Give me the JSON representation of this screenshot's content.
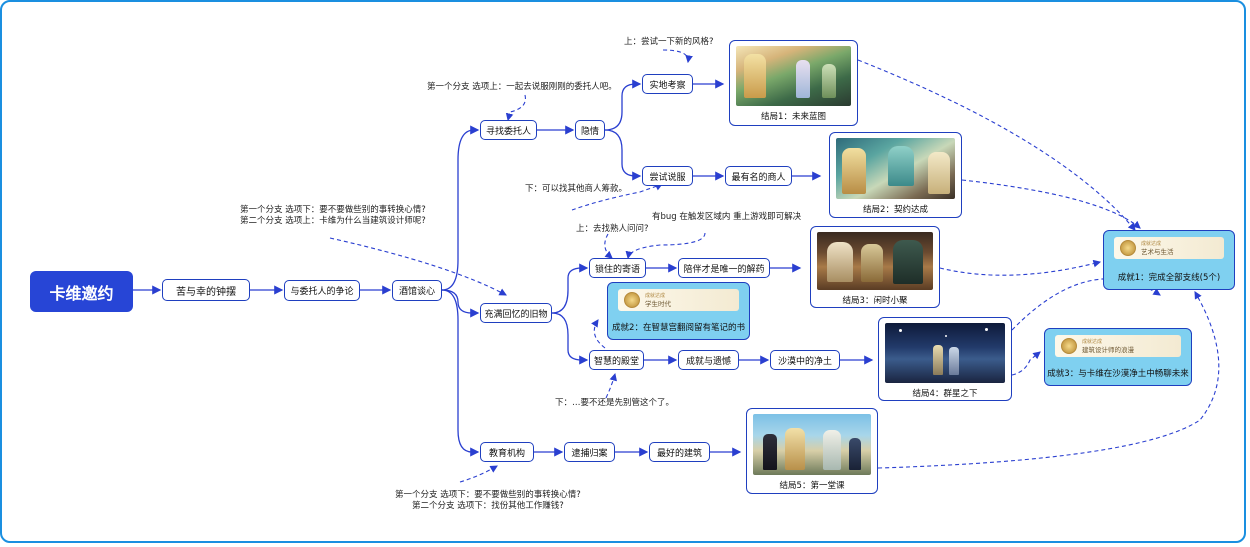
{
  "root": {
    "title": "卡维邀约"
  },
  "nodes": {
    "n1": "苦与幸的钟摆",
    "n2": "与委托人的争论",
    "n3": "酒馆谈心",
    "n4": "寻找委托人",
    "n5": "隐情",
    "n6": "实地考察",
    "n7": "尝试说服",
    "n8": "最有名的商人",
    "n9": "充满回忆的旧物",
    "n10": "锁住的寄语",
    "n11": "陪伴才是唯一的解药",
    "n12": "智慧的殿堂",
    "n13": "成就与遗憾",
    "n14": "沙漠中的净土",
    "n15": "教育机构",
    "n16": "逮捕归案",
    "n17": "最好的建筑"
  },
  "endings": {
    "e1": "结局1：未来蓝图",
    "e2": "结局2：契约达成",
    "e3": "结局3：闲时小聚",
    "e4": "结局4：群星之下",
    "e5": "结局5：第一堂课"
  },
  "achievements": {
    "small_label": "成就达成",
    "a1": {
      "badge": "艺术与生活",
      "label": "成就1：完成全部支线(5个)"
    },
    "a2": {
      "badge": "学生时代",
      "label": "成就2：在智慧宫翻阅留有笔记的书"
    },
    "a3": {
      "badge": "建筑设计师的浪漫",
      "label": "成就3：与卡维在沙漠净土中畅聊未来"
    }
  },
  "notes": {
    "t1": "上：尝试一下新的风格?",
    "t2": "第一个分支 选项上：一起去说服刚刚的委托人吧。",
    "t3": "下：可以找其他商人筹款。",
    "t4a": "第一个分支 选项下：要不要做些别的事转换心情?",
    "t4b": "第二个分支 选项上：卡维为什么当建筑设计师呢?",
    "t5": "有bug 在触发区域内 重上游戏即可解决",
    "t6": "上：去找熟人问问?",
    "t7": "下：…要不还是先别管这个了。",
    "t8a": "第一个分支 选项下：要不要做些别的事转换心情?",
    "t8b": "第二个分支 选项下：找份其他工作赚钱?"
  },
  "colors": {
    "accent": "#2745d6",
    "line": "#2a3fd0",
    "frame": "#1a8fe0",
    "achievement_bg": "#7fd0f0"
  }
}
